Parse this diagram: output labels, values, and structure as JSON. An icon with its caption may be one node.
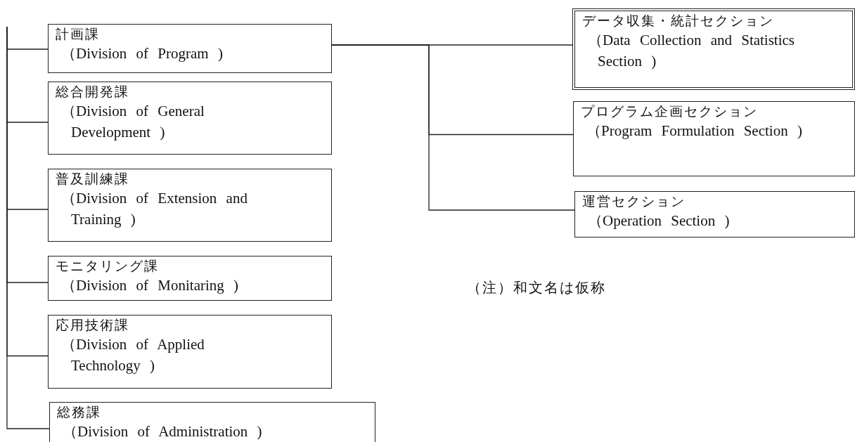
{
  "diagram": {
    "nodes": [
      {
        "text": [
          "計画課",
          "（Division of Program )"
        ]
      },
      {
        "text": [
          "総合開発課",
          "（Division of General Development )"
        ]
      },
      {
        "text": [
          "普及訓練課",
          "（Division of Extension and Training )"
        ]
      },
      {
        "text": [
          "モニタリング課",
          "（Division of Monitaring )"
        ]
      },
      {
        "text": [
          "応用技術課",
          "（Division of Applied Technology )"
        ]
      },
      {
        "text": [
          "総務課",
          "（Division of Administration )"
        ]
      },
      {
        "text": [
          "データ収集・統計セクション",
          "（Data Collection and Statistics Section )"
        ]
      },
      {
        "text": [
          "プログラム企画セクション",
          "（Program Formulation Section )"
        ]
      },
      {
        "text": [
          "運営セクション",
          "（Operation Section )"
        ]
      }
    ],
    "edges": [
      {
        "from": null,
        "to": 0,
        "arrow": "none"
      },
      {
        "from": null,
        "to": 1,
        "arrow": "none"
      },
      {
        "from": null,
        "to": 2,
        "arrow": "none"
      },
      {
        "from": null,
        "to": 3,
        "arrow": "none"
      },
      {
        "from": null,
        "to": 4,
        "arrow": "none"
      },
      {
        "from": null,
        "to": 5,
        "arrow": "none"
      },
      {
        "from": 0,
        "to": 6,
        "arrow": "none"
      },
      {
        "from": 0,
        "to": 7,
        "arrow": "none"
      },
      {
        "from": 0,
        "to": 8,
        "arrow": "none"
      }
    ],
    "labels": [
      "（注）和文名は仮称"
    ]
  }
}
